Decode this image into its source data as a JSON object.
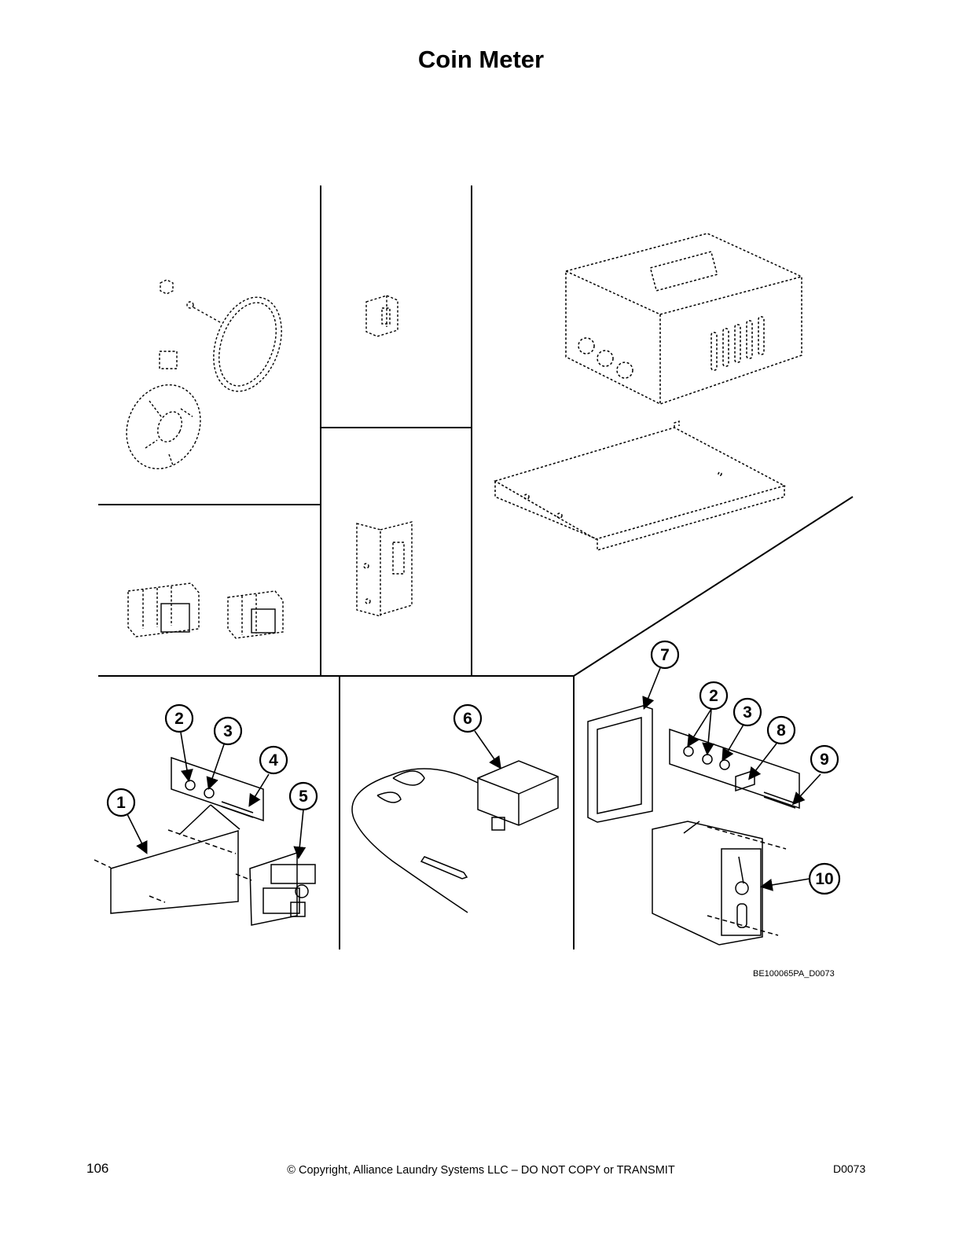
{
  "page": {
    "title": "Coin Meter",
    "figure_id": "BE100065PA_D0073",
    "page_number": "106",
    "copyright": "© Copyright, Alliance Laundry Systems LLC – DO NOT COPY or TRANSMIT",
    "doc_code": "D0073"
  },
  "callouts": {
    "c1": "1",
    "c2a": "2",
    "c3a": "3",
    "c4": "4",
    "c5": "5",
    "c6": "6",
    "c7": "7",
    "c2b": "2",
    "c3b": "3",
    "c8": "8",
    "c9": "9",
    "c10": "10"
  }
}
